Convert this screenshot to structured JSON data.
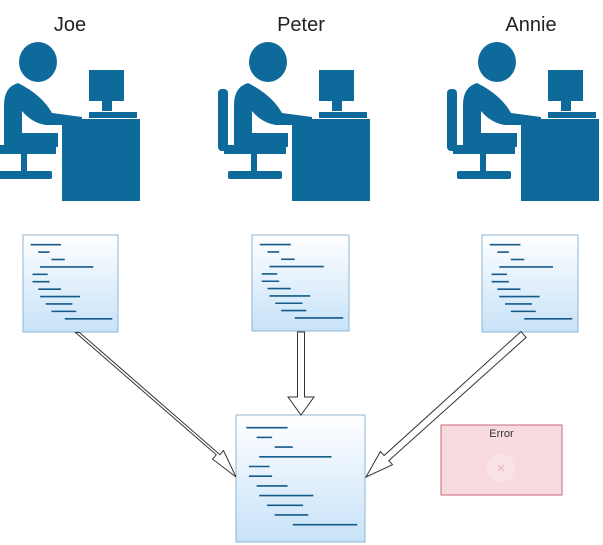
{
  "people": [
    {
      "name": "Joe"
    },
    {
      "name": "Peter"
    },
    {
      "name": "Annie"
    }
  ],
  "error_box": {
    "label": "Error"
  },
  "colors": {
    "person": "#0e6a9a",
    "doc_fill_top": "#ffffff",
    "doc_fill_bottom": "#c7e2f8",
    "doc_border": "#8fb6d6",
    "code_line": "#155a8a",
    "arrow_fill": "#ffffff",
    "arrow_stroke": "#333333",
    "error_fill": "#f7dbe0",
    "error_border": "#c96a78"
  }
}
